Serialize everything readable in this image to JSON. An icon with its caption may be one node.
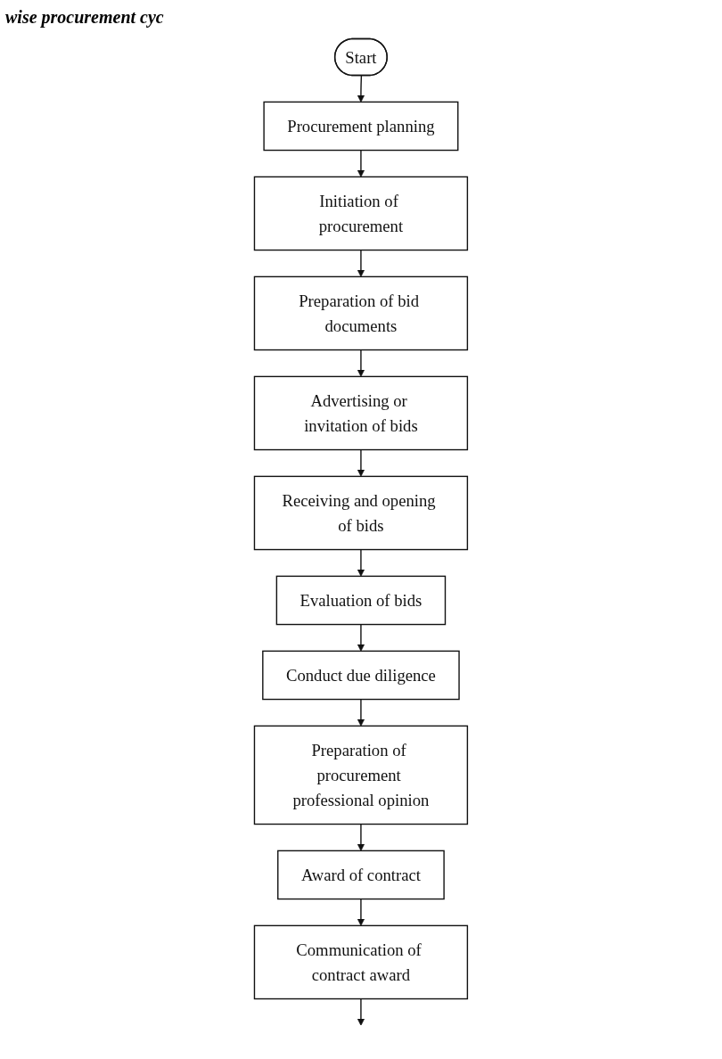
{
  "diagram": {
    "title": "wise procurement cyc",
    "nodes": [
      {
        "text": [
          "Start"
        ]
      },
      {
        "text": [
          "Procurement planning"
        ]
      },
      {
        "text": [
          "Initiation of procurement"
        ]
      },
      {
        "text": [
          "Preparation of bid documents"
        ]
      },
      {
        "text": [
          "Advertising or invitation of bids"
        ]
      },
      {
        "text": [
          "Receiving and opening of bids"
        ]
      },
      {
        "text": [
          "Evaluation of bids"
        ]
      },
      {
        "text": [
          "Conduct due diligence"
        ]
      },
      {
        "text": [
          "Preparation of procurement professional opinion"
        ]
      },
      {
        "text": [
          "Award of contract"
        ]
      },
      {
        "text": [
          "Communication of contract award"
        ]
      }
    ],
    "edges": [
      {
        "from": 0,
        "to": 1,
        "arrow": "to"
      },
      {
        "from": 1,
        "to": 2,
        "arrow": "to"
      },
      {
        "from": 2,
        "to": 3,
        "arrow": "to"
      },
      {
        "from": 3,
        "to": 4,
        "arrow": "to"
      },
      {
        "from": 4,
        "to": 5,
        "arrow": "to"
      },
      {
        "from": 5,
        "to": 6,
        "arrow": "to"
      },
      {
        "from": 6,
        "to": 7,
        "arrow": "to"
      },
      {
        "from": 7,
        "to": 8,
        "arrow": "to"
      },
      {
        "from": 8,
        "to": 9,
        "arrow": "to"
      },
      {
        "from": 9,
        "to": 10,
        "arrow": "to"
      },
      {
        "from": 10,
        "to": null,
        "arrow": "to"
      }
    ]
  }
}
